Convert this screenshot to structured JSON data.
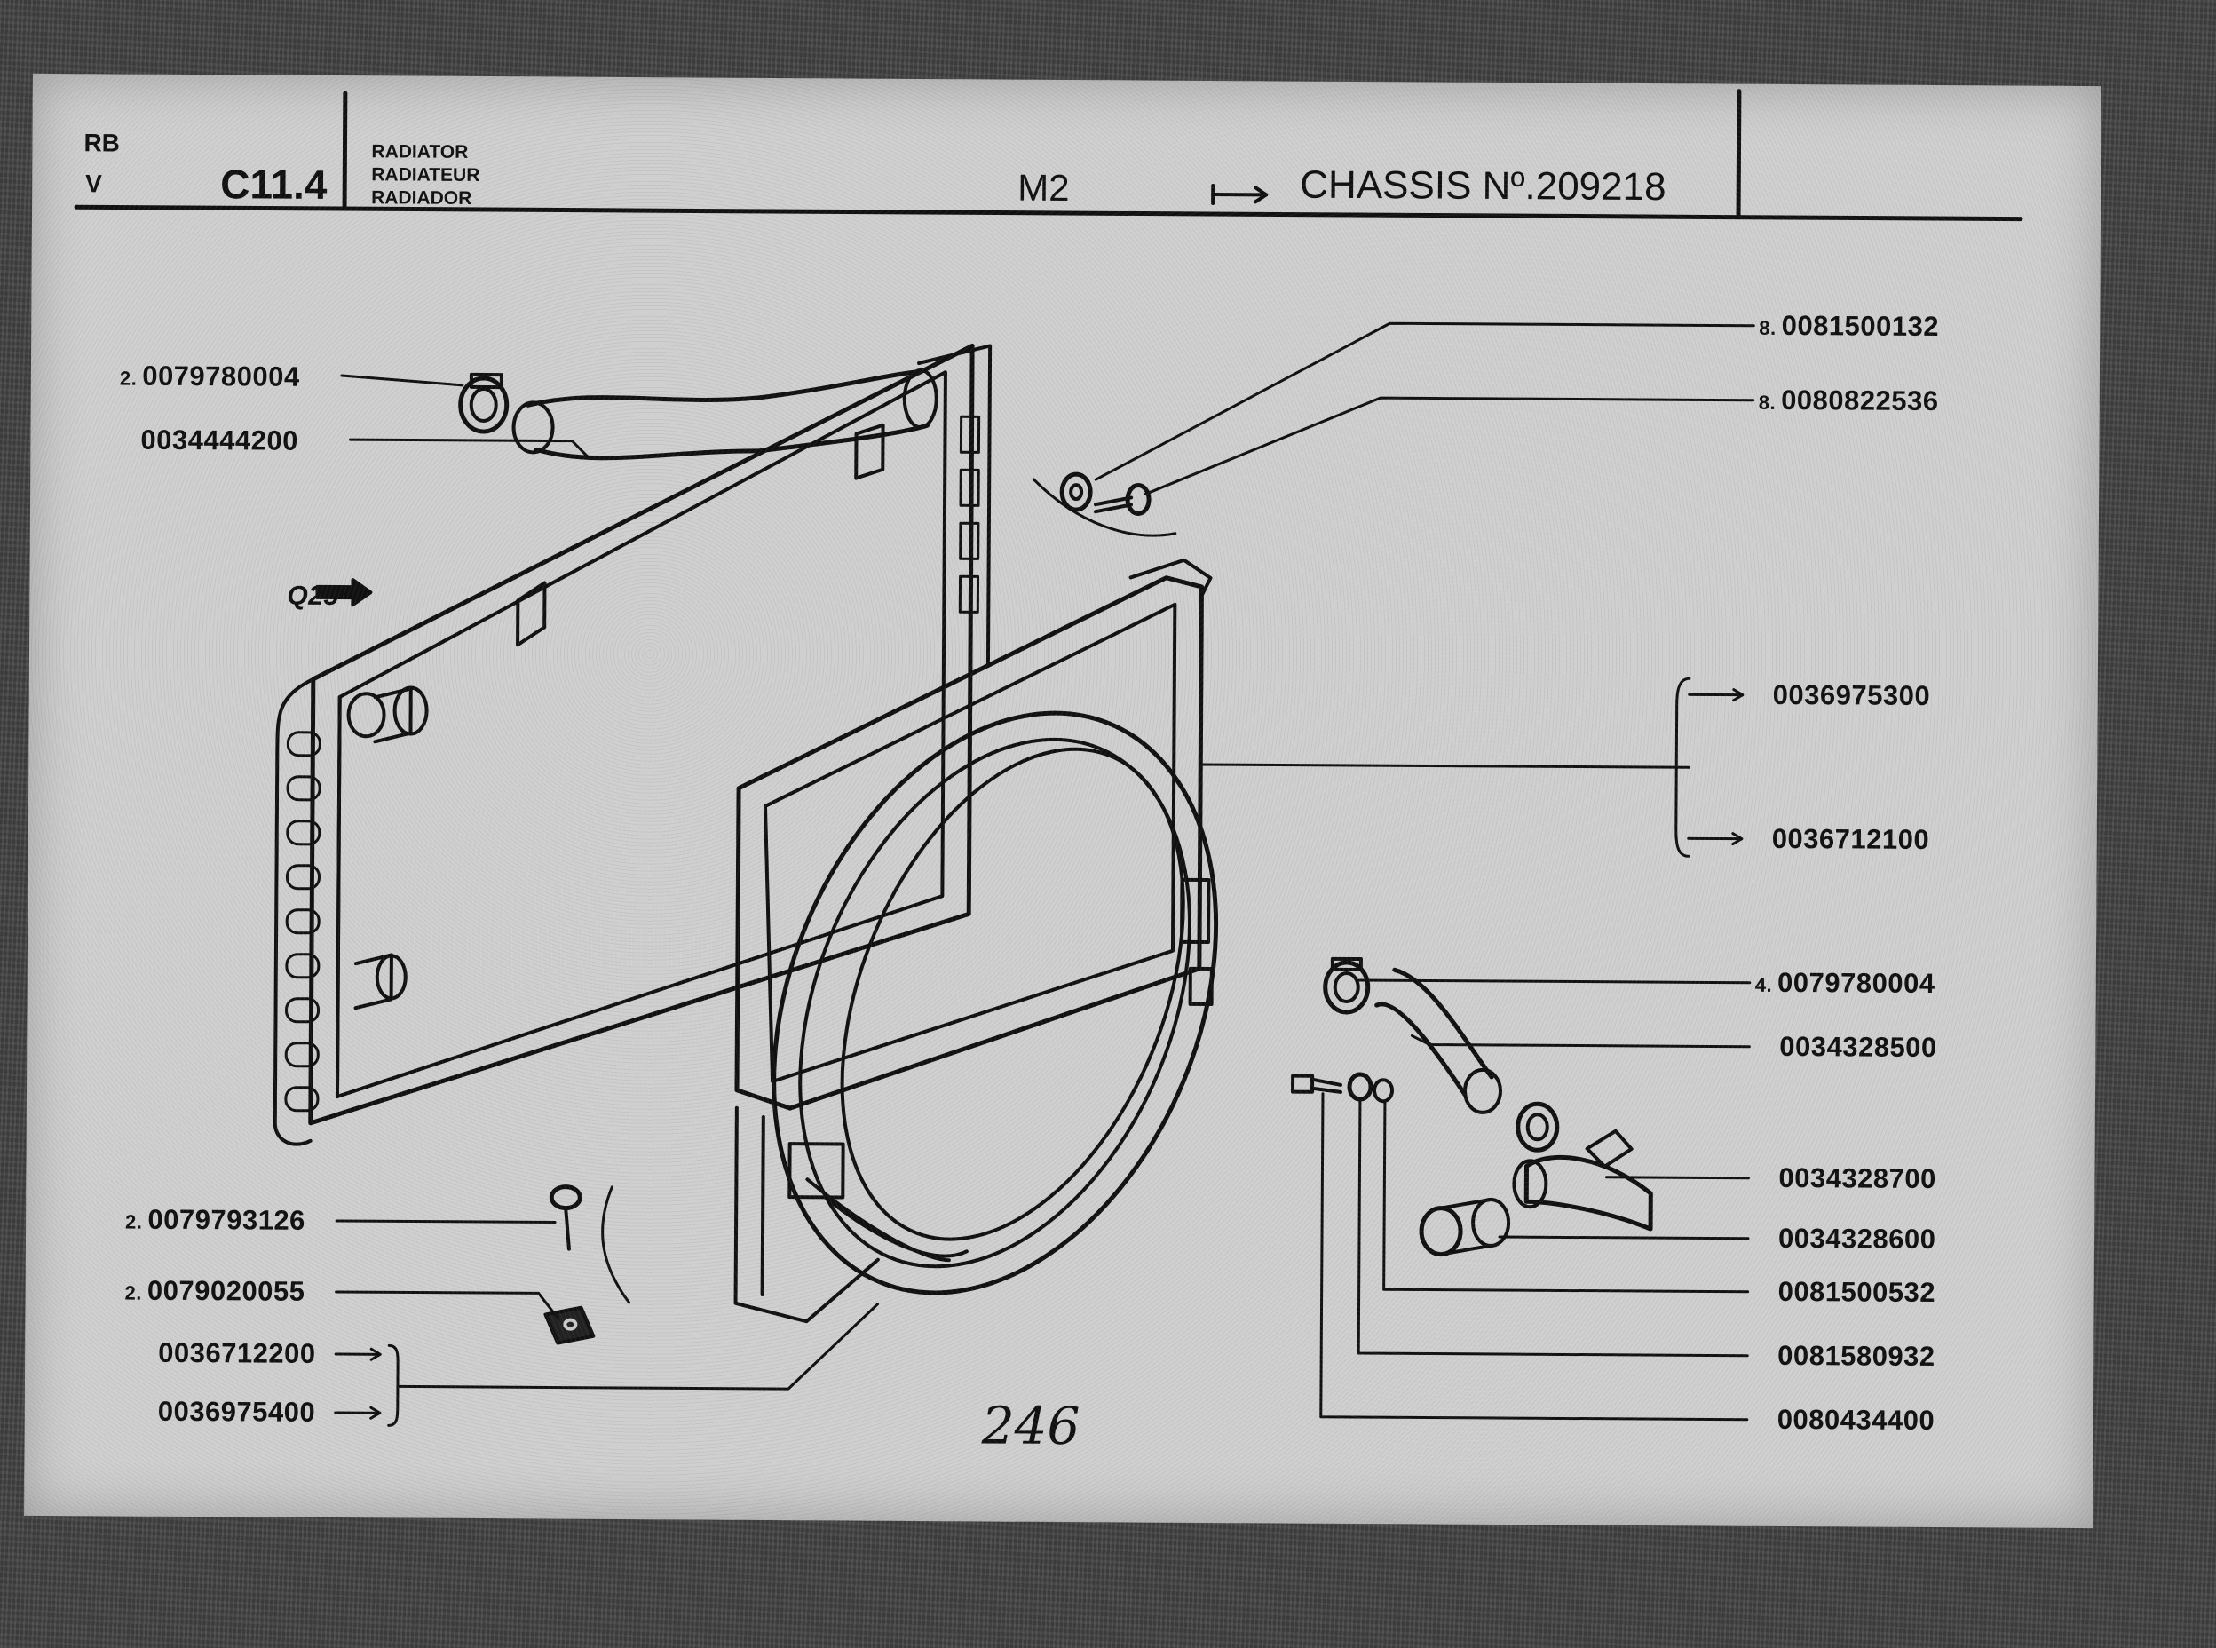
{
  "header": {
    "series_line1": "RB",
    "series_line2": "V",
    "group": "C11.4",
    "title_en": "RADIATOR",
    "title_fr": "RADIATEUR",
    "title_es": "RADIADOR",
    "model": "M2",
    "chassis": "CHASSIS Nº.209218"
  },
  "reference": "Q25",
  "page_number": "246",
  "parts": [
    {
      "qty": "2.",
      "code": "0079780004"
    },
    {
      "qty": "",
      "code": "0034444200"
    },
    {
      "qty": "8.",
      "code": "0081500132"
    },
    {
      "qty": "8.",
      "code": "0080822536"
    },
    {
      "qty": "",
      "code": "0036975300"
    },
    {
      "qty": "",
      "code": "0036712100"
    },
    {
      "qty": "4.",
      "code": "0079780004"
    },
    {
      "qty": "",
      "code": "0034328500"
    },
    {
      "qty": "",
      "code": "0034328700"
    },
    {
      "qty": "",
      "code": "0034328600"
    },
    {
      "qty": "",
      "code": "0081500532"
    },
    {
      "qty": "",
      "code": "0081580932"
    },
    {
      "qty": "",
      "code": "0080434400"
    },
    {
      "qty": "2.",
      "code": "0079793126"
    },
    {
      "qty": "2.",
      "code": "0079020055"
    },
    {
      "qty": "",
      "code": "0036712200"
    },
    {
      "qty": "",
      "code": "0036975400"
    }
  ]
}
